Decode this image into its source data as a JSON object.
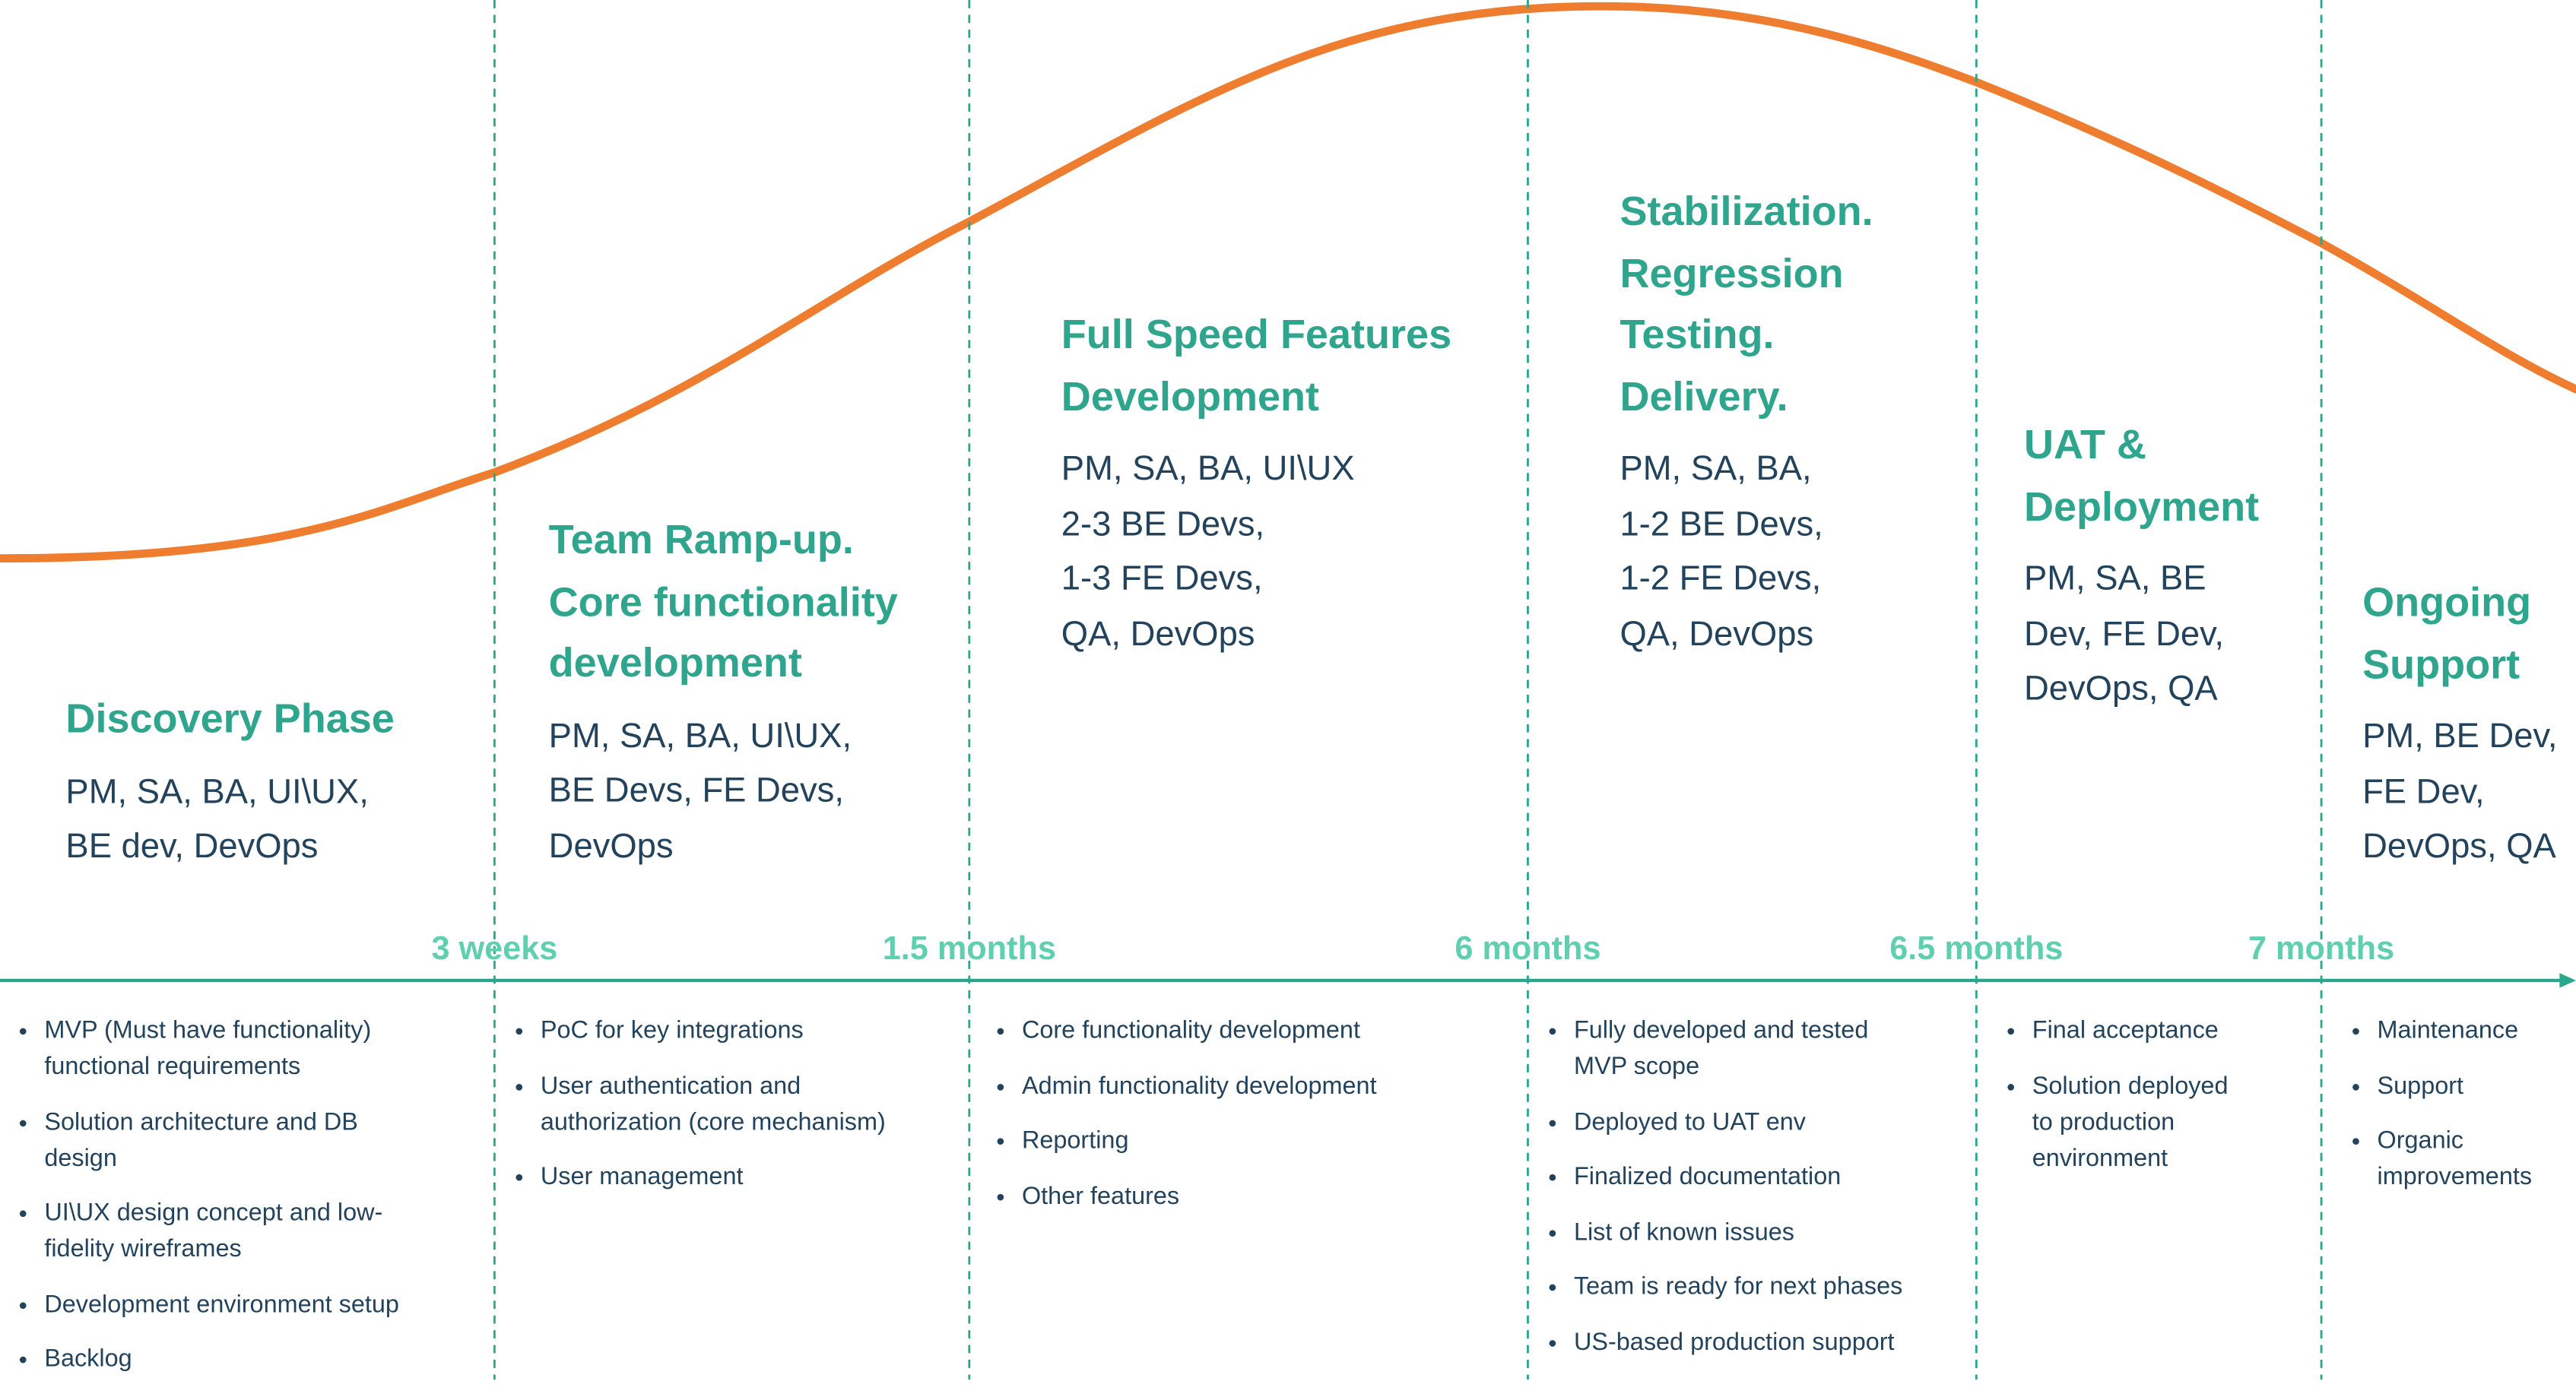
{
  "colors": {
    "curve": "#ee7d30",
    "accent": "#2ea58c",
    "milestone": "#5fcfae",
    "text": "#23435d",
    "divider": "#2aa68c"
  },
  "phases": [
    {
      "title_lines": [
        "Discovery Phase"
      ],
      "team_lines": [
        "PM, SA, BA, UI\\UX,",
        "BE dev, DevOps"
      ],
      "tasks": [
        [
          "MVP (Must have functionality)",
          "functional requirements"
        ],
        [
          "Solution architecture and DB",
          "design"
        ],
        [
          "UI\\UX design concept and low-",
          "fidelity wireframes"
        ],
        [
          "Development environment setup"
        ],
        [
          "Backlog"
        ]
      ]
    },
    {
      "title_lines": [
        "Team Ramp-up.",
        "Core functionality",
        "development"
      ],
      "team_lines": [
        "PM, SA, BA, UI\\UX,",
        "BE Devs, FE Devs,",
        "DevOps"
      ],
      "tasks": [
        [
          "PoC for key integrations"
        ],
        [
          "User authentication and",
          "authorization (core mechanism)"
        ],
        [
          "User management"
        ]
      ]
    },
    {
      "title_lines": [
        "Full Speed Features",
        "Development"
      ],
      "team_lines": [
        "PM, SA, BA, UI\\UX",
        "2-3 BE Devs,",
        "1-3 FE Devs,",
        "QA, DevOps"
      ],
      "tasks": [
        [
          "Core functionality development"
        ],
        [
          "Admin functionality development"
        ],
        [
          "Reporting"
        ],
        [
          "Other features"
        ]
      ]
    },
    {
      "title_lines": [
        "Stabilization.",
        "Regression",
        "Testing.",
        "Delivery."
      ],
      "team_lines": [
        "PM, SA, BA,",
        "1-2 BE Devs,",
        "1-2 FE Devs,",
        "QA, DevOps"
      ],
      "tasks": [
        [
          "Fully developed and tested",
          "MVP scope"
        ],
        [
          "Deployed to UAT env"
        ],
        [
          "Finalized documentation"
        ],
        [
          "List of known issues"
        ],
        [
          "Team is ready for next phases"
        ],
        [
          "US-based production support"
        ]
      ]
    },
    {
      "title_lines": [
        "UAT &",
        "Deployment"
      ],
      "team_lines": [
        "PM, SA, BE",
        "Dev, FE Dev,",
        "DevOps, QA"
      ],
      "tasks": [
        [
          "Final acceptance"
        ],
        [
          "Solution deployed",
          "to production",
          "environment"
        ]
      ]
    },
    {
      "title_lines": [
        "Ongoing",
        "Support"
      ],
      "team_lines": [
        "PM, BE Dev,",
        "FE Dev,",
        "DevOps, QA"
      ],
      "tasks": [
        [
          "Maintenance"
        ],
        [
          "Support"
        ],
        [
          "Organic",
          "improvements"
        ]
      ]
    }
  ],
  "milestones": [
    "3 weeks",
    "1.5 months",
    "6 months",
    "6.5 months",
    "7 months"
  ]
}
